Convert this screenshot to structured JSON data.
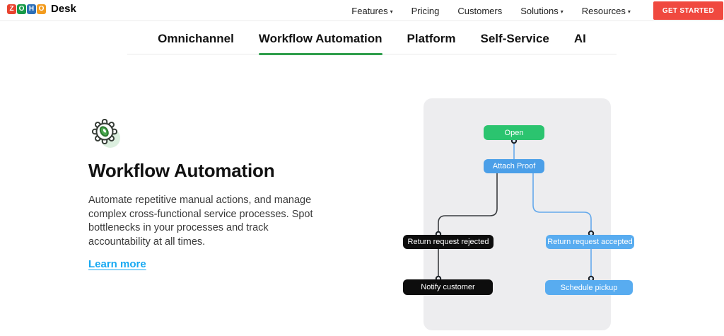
{
  "header": {
    "logo": {
      "letters": [
        {
          "char": "Z",
          "color": "#E8432F"
        },
        {
          "char": "O",
          "color": "#179A49"
        },
        {
          "char": "H",
          "color": "#2D6FB8"
        },
        {
          "char": "O",
          "color": "#F39C1F"
        }
      ],
      "product": "Desk"
    },
    "nav": [
      {
        "label": "Features",
        "has_dropdown": true
      },
      {
        "label": "Pricing",
        "has_dropdown": false
      },
      {
        "label": "Customers",
        "has_dropdown": false
      },
      {
        "label": "Solutions",
        "has_dropdown": true
      },
      {
        "label": "Resources",
        "has_dropdown": true
      }
    ],
    "cta": {
      "label": "GET STARTED",
      "color": "#F0493F"
    }
  },
  "tabs": {
    "items": [
      {
        "label": "Omnichannel",
        "active": false
      },
      {
        "label": "Workflow Automation",
        "active": true
      },
      {
        "label": "Platform",
        "active": false
      },
      {
        "label": "Self-Service",
        "active": false
      },
      {
        "label": "AI",
        "active": false
      }
    ],
    "active_underline_color": "#2E9E4B"
  },
  "content": {
    "icon": "gear-icon",
    "title": "Workflow Automation",
    "description": "Automate repetitive manual actions, and manage complex cross-functional service processes. Spot bottlenecks in your processes and track accountability at all times.",
    "link_label": "Learn more",
    "link_color": "#18A9F2"
  },
  "diagram": {
    "panel_color": "#EDEDEF",
    "nodes": [
      {
        "id": "open",
        "label": "Open",
        "color": "#2BC46F"
      },
      {
        "id": "attach-proof",
        "label": "Attach Proof",
        "color": "#4B9FE8"
      },
      {
        "id": "return-request-rejected",
        "label": "Return request rejected",
        "color": "#0D0D0D"
      },
      {
        "id": "return-request-accepted",
        "label": "Return request accepted",
        "color": "#58ACF0"
      },
      {
        "id": "notify-customer",
        "label": "Notify customer",
        "color": "#0D0D0D"
      },
      {
        "id": "schedule-pickup",
        "label": "Schedule pickup",
        "color": "#58ACF0"
      }
    ],
    "connector_colors": {
      "left_branch": "#3A3D40",
      "right_branch": "#64A9EC"
    }
  }
}
